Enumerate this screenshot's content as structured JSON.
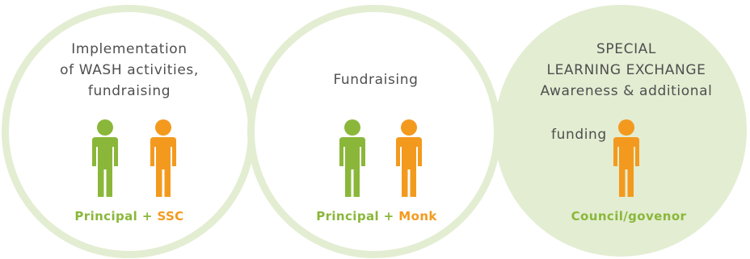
{
  "circles": [
    {
      "text_lines": [
        "Implementation",
        "of WASH activities,",
        "fundraising"
      ],
      "label_parts": [
        {
          "text": "Principal",
          "color": "#8ab73a"
        },
        {
          "text": " + ",
          "color": "#8ab73a"
        },
        {
          "text": "SSC",
          "color": "#f39a1e"
        }
      ]
    },
    {
      "text_lines": [
        "Fundraising"
      ],
      "label_parts": [
        {
          "text": "Principal",
          "color": "#8ab73a"
        },
        {
          "text": " + ",
          "color": "#8ab73a"
        },
        {
          "text": "Monk",
          "color": "#f39a1e"
        }
      ]
    },
    {
      "text_lines": [
        "SPECIAL",
        "LEARNING EXCHANGE",
        "Awareness & additional"
      ],
      "text_tail": "funding",
      "label_parts": [
        {
          "text": "Council/govenor",
          "color": "#8ab73a"
        }
      ]
    }
  ],
  "figures": [
    {
      "icon": "person-icon",
      "color": "#8ab73a"
    },
    {
      "icon": "person-icon",
      "color": "#f39a1e"
    },
    {
      "icon": "person-icon",
      "color": "#8ab73a"
    },
    {
      "icon": "person-icon",
      "color": "#f39a1e"
    },
    {
      "icon": "person-icon",
      "color": "#f39a1e"
    }
  ],
  "colors": {
    "circle_ring": "#e3edd2",
    "text": "#4f4f4f",
    "green": "#8ab73a",
    "orange": "#f39a1e"
  }
}
